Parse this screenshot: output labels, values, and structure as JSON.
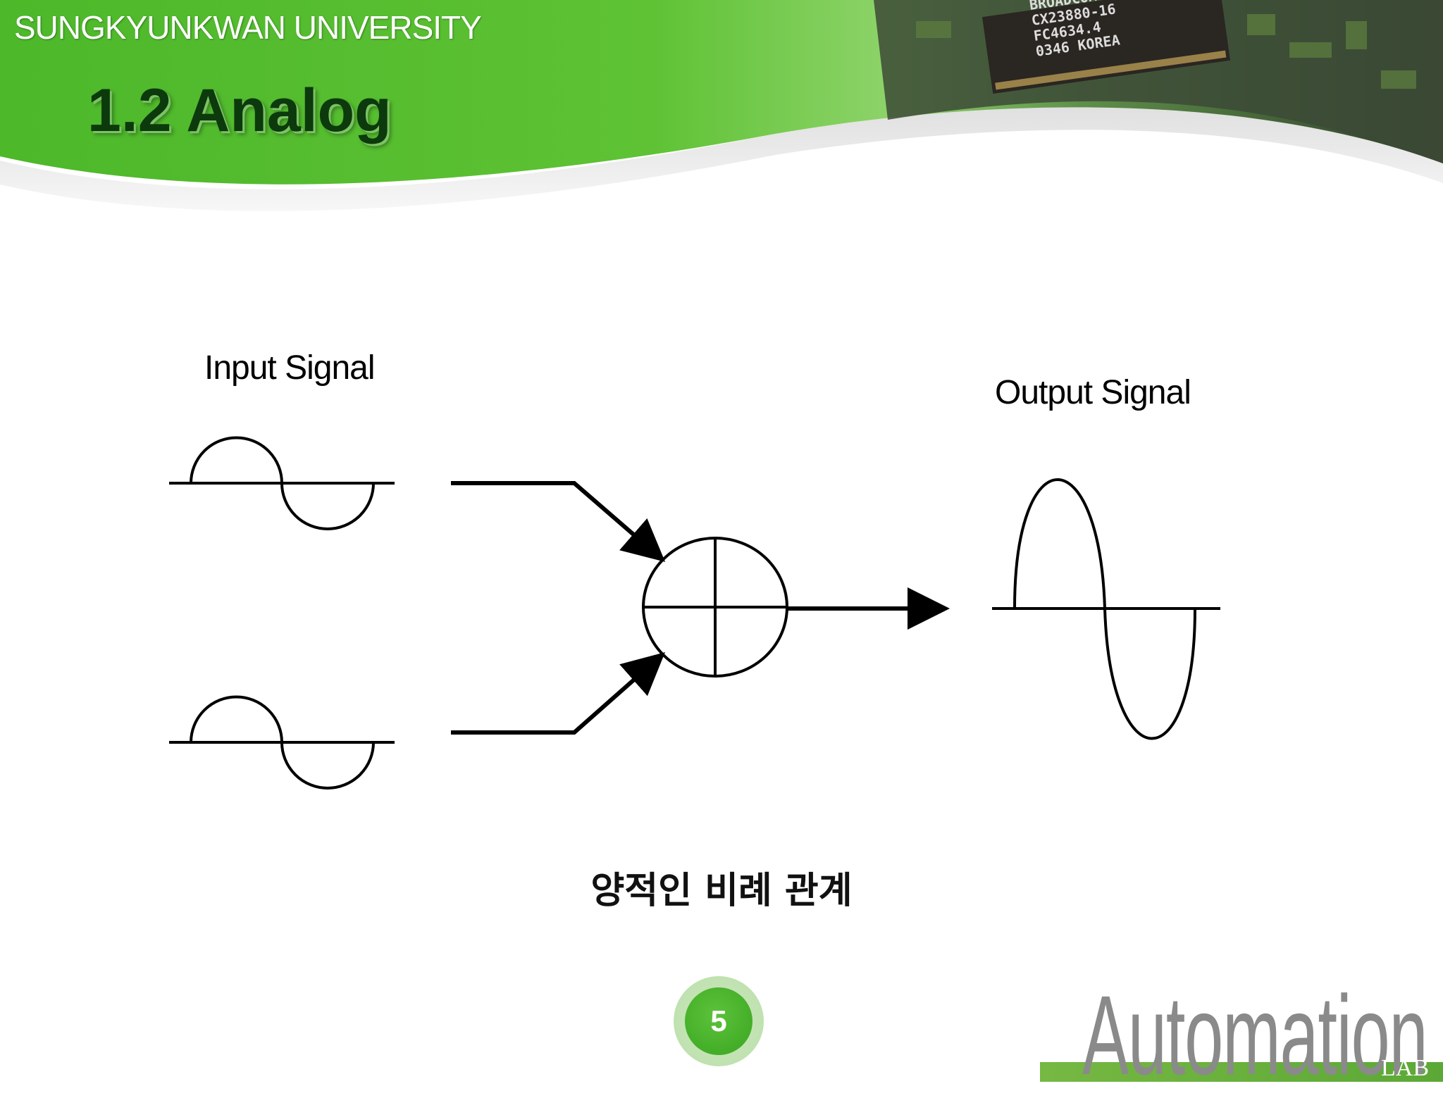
{
  "header": {
    "university": "SUNGKYUNKWAN UNIVERSITY",
    "chip_text": [
      "BROADCOM",
      "CX23880-16",
      "FC4634.4",
      "0346 KOREA"
    ]
  },
  "slide": {
    "title": "1.2 Analog",
    "input_label": "Input Signal",
    "output_label": "Output Signal",
    "caption": "양적인 비례 관계",
    "page_number": "5"
  },
  "footer": {
    "logo_word": "Automation",
    "logo_suffix": "LAB"
  },
  "colors": {
    "header_green": "#5bbf2f",
    "title_dark": "#0c3a0c",
    "logo_green": "#6bb33d"
  }
}
